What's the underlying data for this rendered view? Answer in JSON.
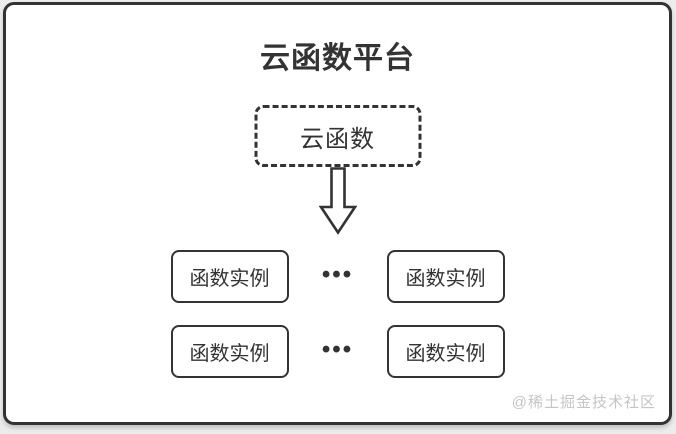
{
  "diagram": {
    "title": "云函数平台",
    "platform_box": {
      "label": "云函数"
    },
    "instance_rows": [
      {
        "left": "函数实例",
        "ellipsis": "•••",
        "right": "函数实例"
      },
      {
        "left": "函数实例",
        "ellipsis": "•••",
        "right": "函数实例"
      }
    ],
    "watermark": "@稀土掘金技术社区",
    "icons": {
      "arrow": "down-block-arrow"
    },
    "colors": {
      "line": "#333333",
      "text": "#333333",
      "watermark_text": "#c5c5c5",
      "card_background": "#ffffff",
      "page_background": "#ececec"
    }
  }
}
